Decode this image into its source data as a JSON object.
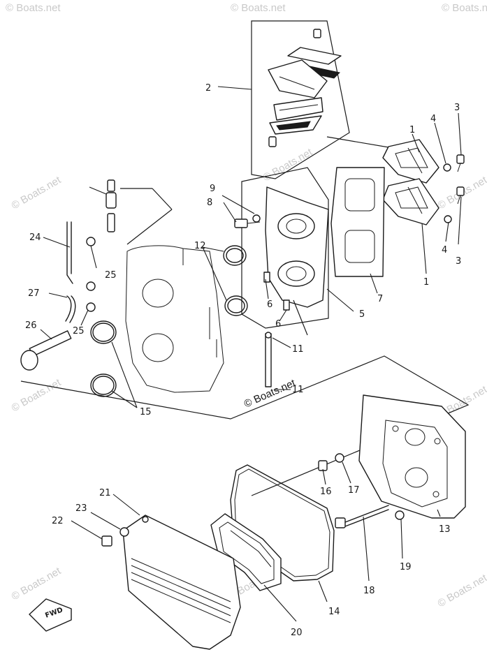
{
  "diagram": {
    "callouts": {
      "c1a": "1",
      "c1b": "1",
      "c2": "2",
      "c3a": "3",
      "c3b": "3",
      "c4a": "4",
      "c4b": "4",
      "c5": "5",
      "c6a": "6",
      "c6b": "6",
      "c7": "7",
      "c8": "8",
      "c9": "9",
      "c11a": "11",
      "c11b": "11",
      "c12": "12",
      "c13": "13",
      "c14": "14",
      "c15": "15",
      "c16": "16",
      "c17": "17",
      "c18": "18",
      "c19": "19",
      "c20": "20",
      "c21": "21",
      "c22": "22",
      "c23": "23",
      "c24": "24",
      "c25a": "25",
      "c25b": "25",
      "c26": "26",
      "c27": "27"
    },
    "fwd_label": "FWD",
    "watermarks": {
      "main": "© Boats.net",
      "faint": "© Boats.net"
    }
  }
}
